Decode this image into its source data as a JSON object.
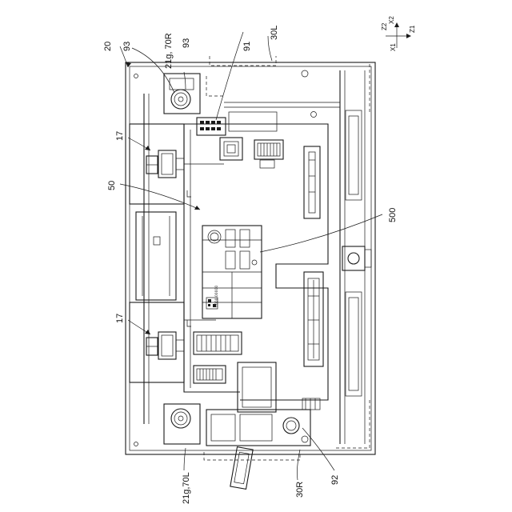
{
  "labels": {
    "ref_20": "20",
    "ref_93_top": "93",
    "ref_21g_70R": "21g, 70R",
    "ref_93_mid": "93",
    "ref_91": "91",
    "ref_30L": "30L",
    "ref_17_top": "17",
    "ref_50": "50",
    "ref_500": "500",
    "ref_17_bottom": "17",
    "ref_21g_70L": "21g,70L",
    "ref_30R": "30R",
    "ref_92": "92"
  },
  "axes": {
    "z2a": "Z2",
    "x2": "X2",
    "z1": "Z1",
    "x1": "X1"
  },
  "label_plate": {
    "code": "0000.00000"
  }
}
